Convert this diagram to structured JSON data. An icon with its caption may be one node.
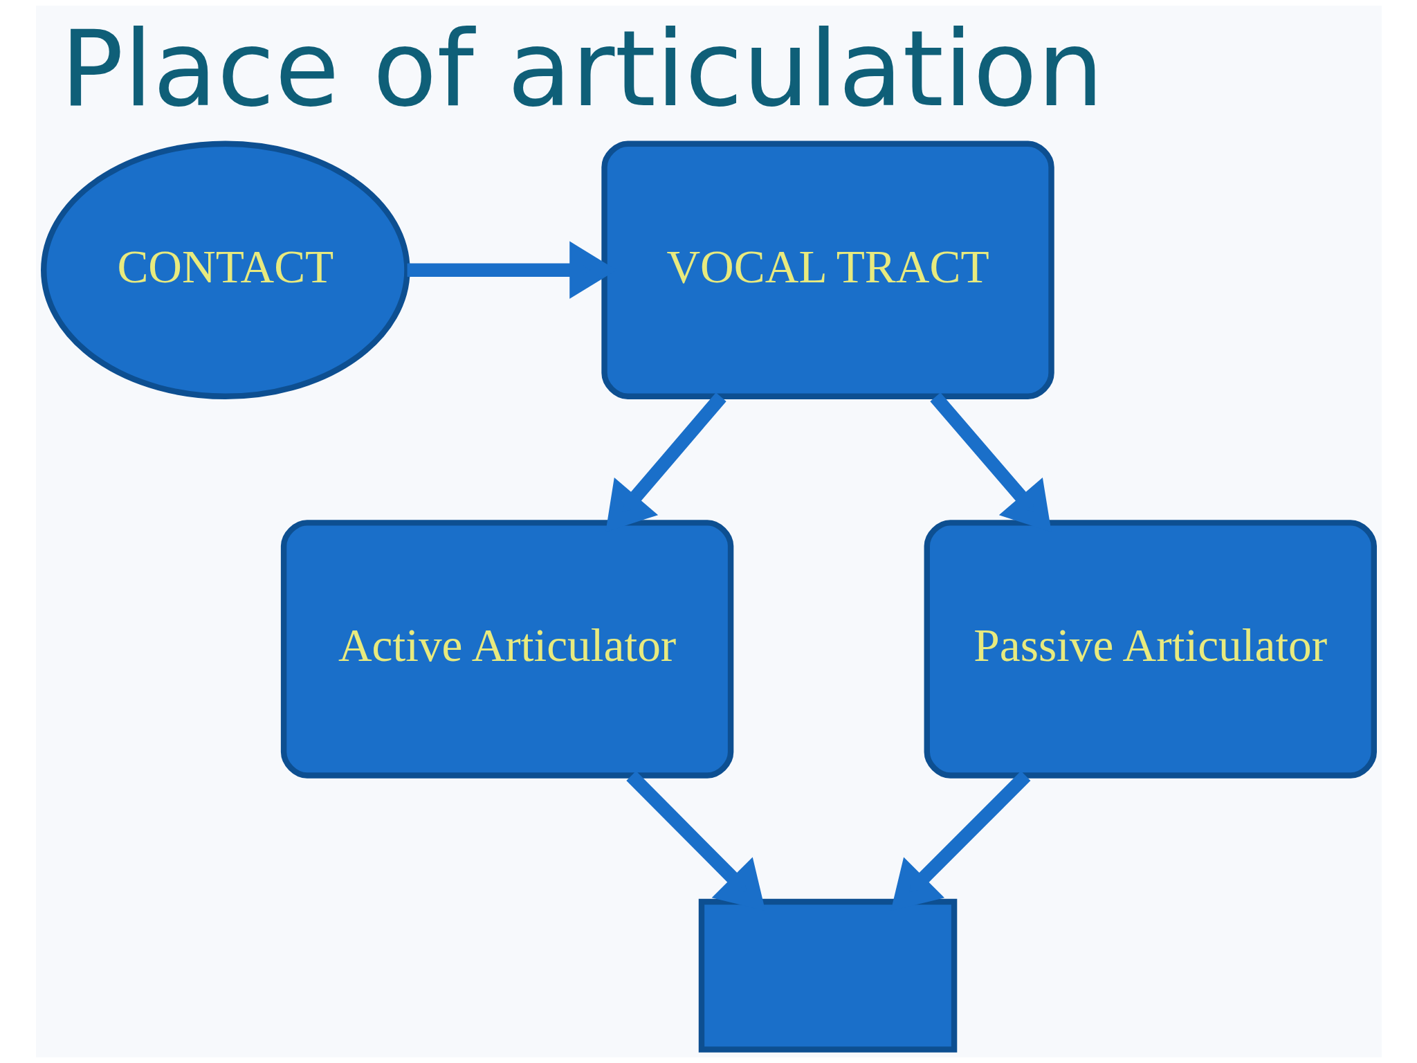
{
  "diagram": {
    "title": "Place of articulation",
    "nodes": [
      {
        "text": [
          "CONTACT"
        ]
      },
      {
        "text": [
          "VOCAL TRACT"
        ]
      },
      {
        "text": [
          "Active Articulator"
        ]
      },
      {
        "text": [
          "Passive Articulator"
        ]
      },
      {
        "text": [],
        "shape": "box"
      }
    ],
    "edges": [
      {
        "from": 0,
        "to": 1,
        "arrow": "to"
      },
      {
        "from": 1,
        "to": 2,
        "arrow": "to"
      },
      {
        "from": 1,
        "to": 3,
        "arrow": "to"
      },
      {
        "from": 2,
        "to": 4,
        "arrow": "to"
      },
      {
        "from": 3,
        "to": 4,
        "arrow": "to"
      }
    ]
  }
}
